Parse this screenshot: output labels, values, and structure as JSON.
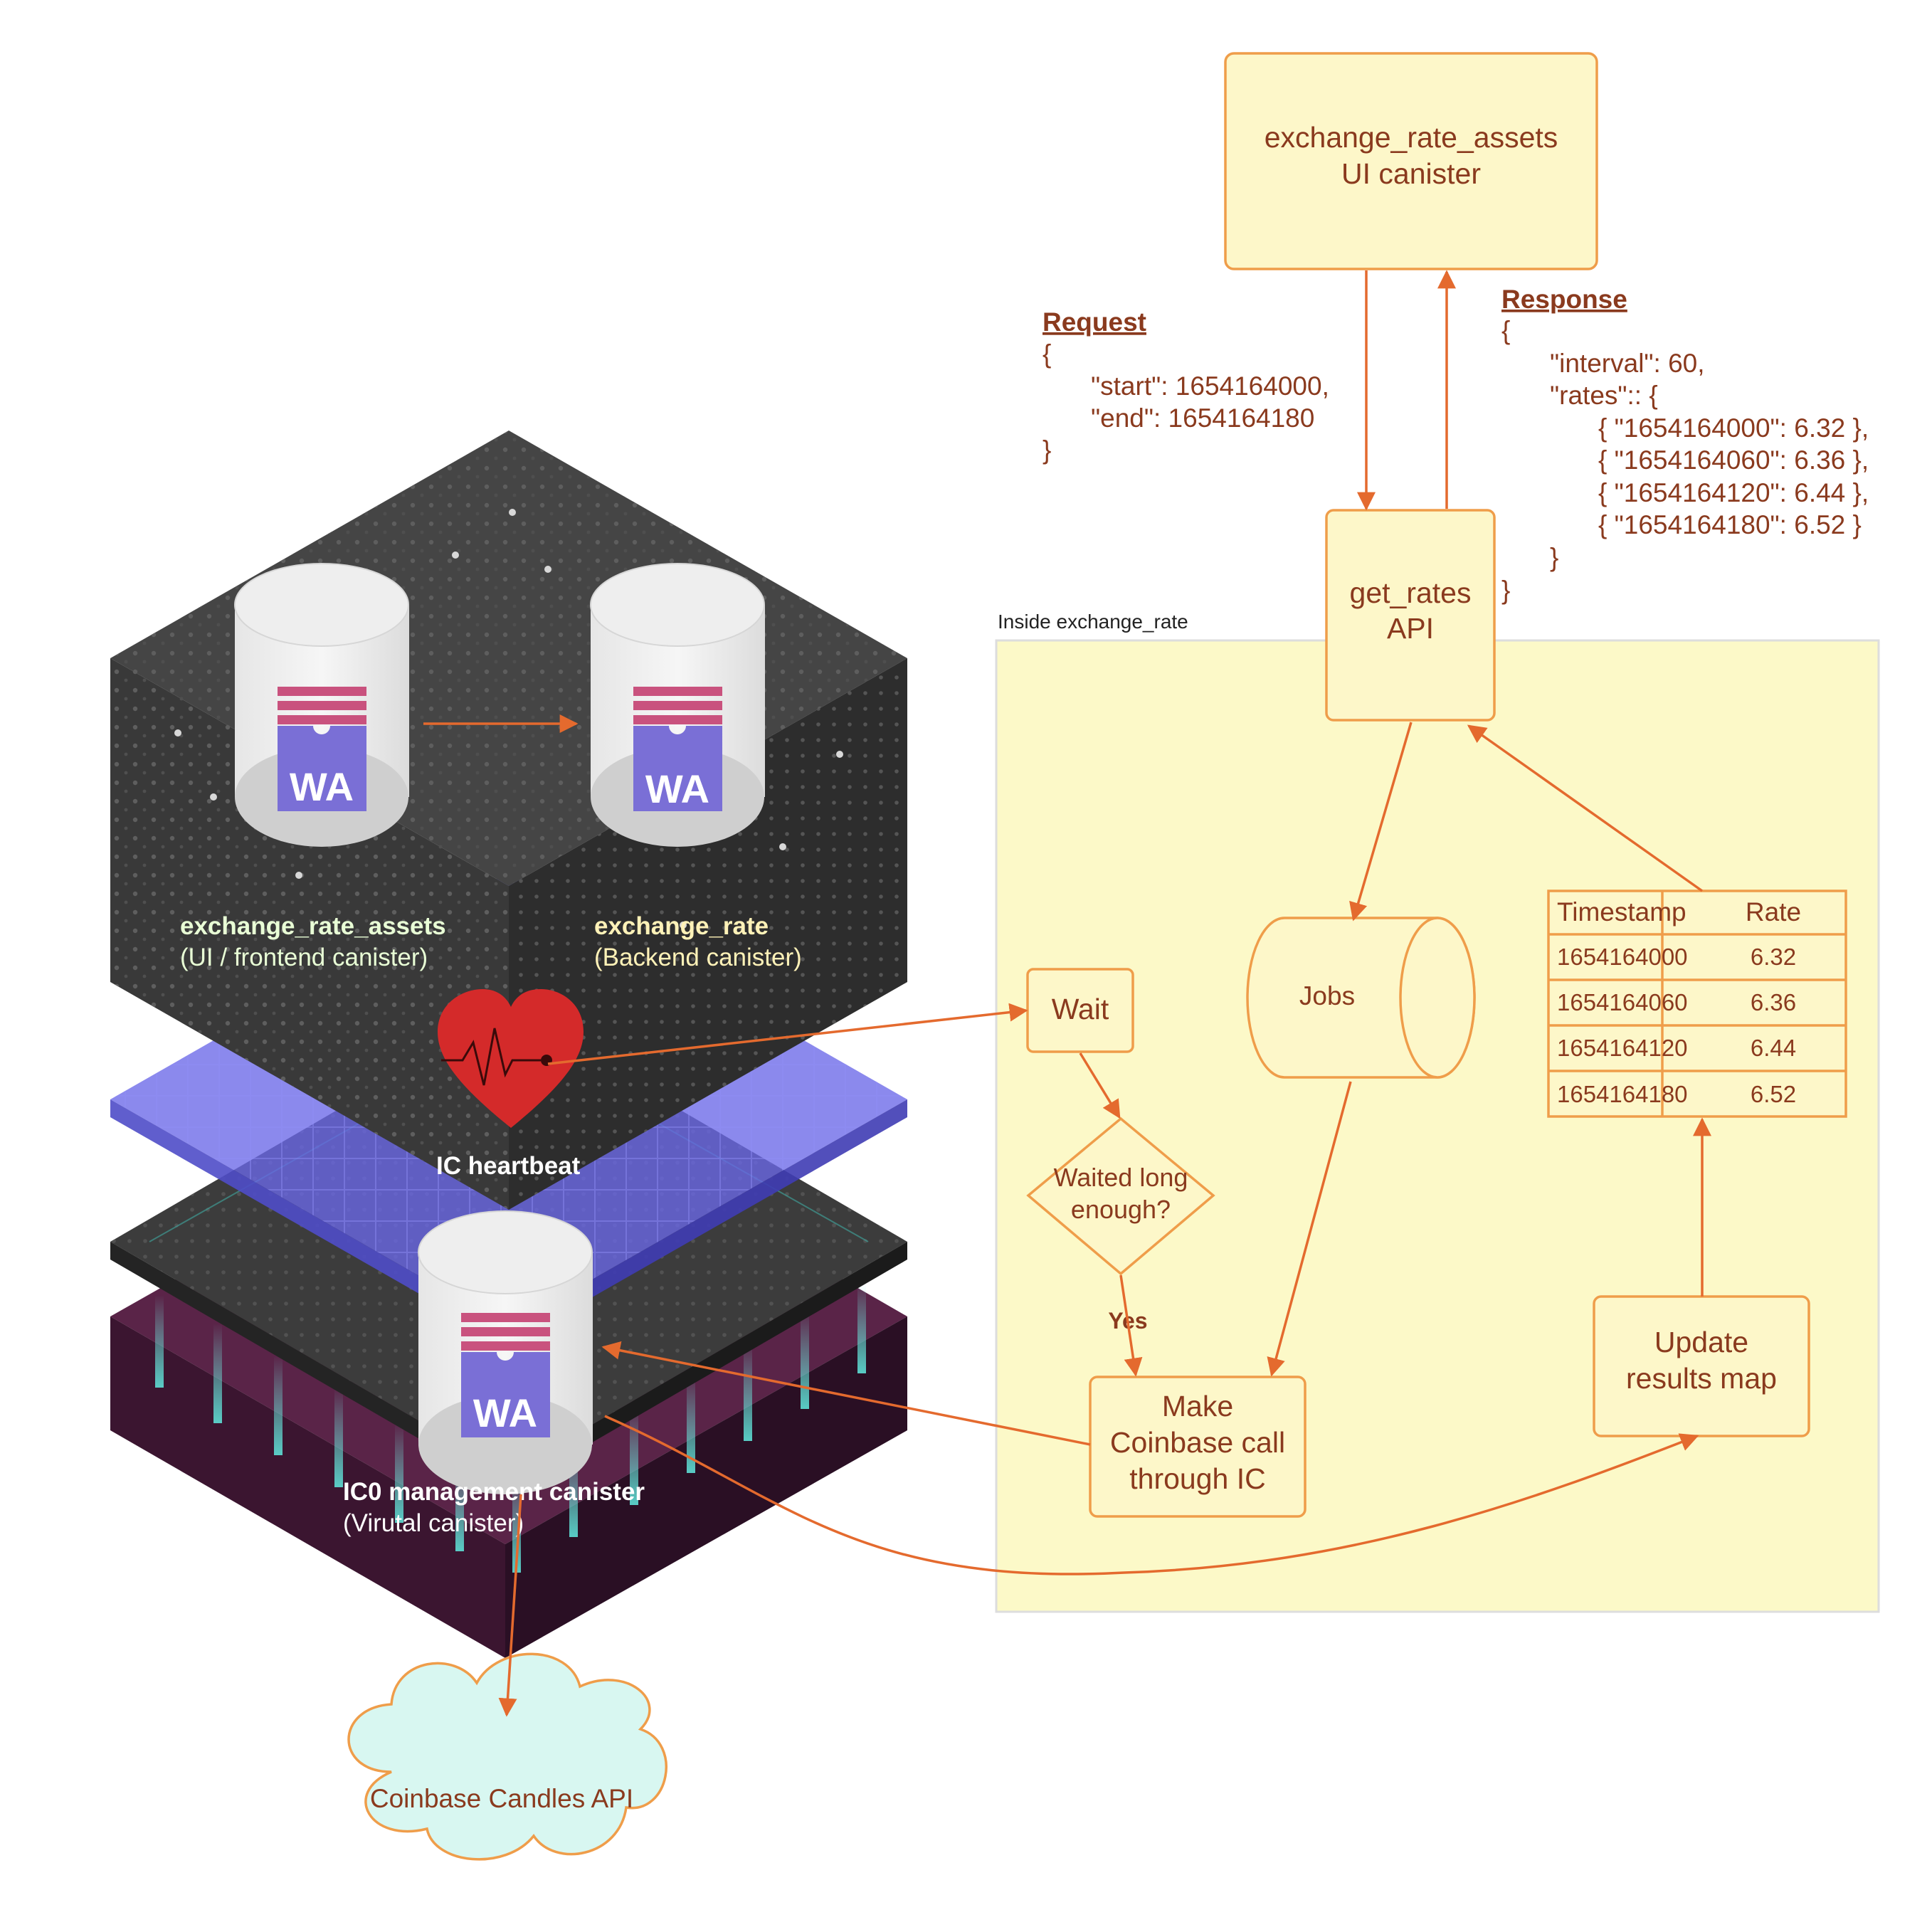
{
  "top_box": {
    "line1": "exchange_rate_assets",
    "line2": "UI canister"
  },
  "request": {
    "heading": "Request",
    "open": "{",
    "start_line": "\"start\": 1654164000,",
    "end_line": "\"end\": 1654164180",
    "close": "}"
  },
  "response": {
    "heading": "Response",
    "open": "{",
    "interval_line": "\"interval\": 60,",
    "rates_line": "\"rates\":: {",
    "rate_lines": [
      "{ \"1654164000\":  6.32 },",
      "{ \"1654164060\": 6.36 },",
      "{ \"1654164120\": 6.44 },",
      "{ \"1654164180\": 6.52 }"
    ],
    "inner_close": "}",
    "close": "}"
  },
  "api_box": {
    "line1": "get_rates",
    "line2": "API"
  },
  "region_label": "Inside exchange_rate",
  "jobs_label": "Jobs",
  "wait_label": "Wait",
  "decision": {
    "line1": "Waited long",
    "line2": "enough?"
  },
  "yes_label": "Yes",
  "coinbase_call": {
    "line1": "Make",
    "line2": "Coinbase call",
    "line3": "through IC"
  },
  "update_box": {
    "line1": "Update",
    "line2": "results map"
  },
  "table": {
    "headers": [
      "Timestamp",
      "Rate"
    ],
    "rows": [
      [
        "1654164000",
        "6.32"
      ],
      [
        "1654164060",
        "6.36"
      ],
      [
        "1654164120",
        "6.44"
      ],
      [
        "1654164180",
        "6.52"
      ]
    ]
  },
  "canisters": {
    "assets": {
      "title": "exchange_rate_assets",
      "subtitle": "(UI / frontend canister)"
    },
    "backend": {
      "title": "exchange_rate",
      "subtitle": "(Backend canister)"
    },
    "management": {
      "title": "IC0 management canister",
      "subtitle": "(Virutal canister)"
    },
    "wasm_badge": "WA"
  },
  "heartbeat_label": "IC heartbeat",
  "cloud_label": "Coinbase Candles API",
  "colors": {
    "box_fill": "#fdf7c9",
    "box_stroke": "#ef9d4a",
    "arrow": "#e46a2e",
    "text": "#8a3a1e",
    "cube_dark": "#3a3a3a",
    "cube_side": "#2e2e2e",
    "blue_layer": "#6a68e8",
    "purple_base": "#4a1d3c",
    "cloud_fill": "#d8f7f1",
    "heart": "#d42a2a",
    "wasm_purple": "#7a6fd6",
    "wasm_stripes": "#c9527e"
  }
}
